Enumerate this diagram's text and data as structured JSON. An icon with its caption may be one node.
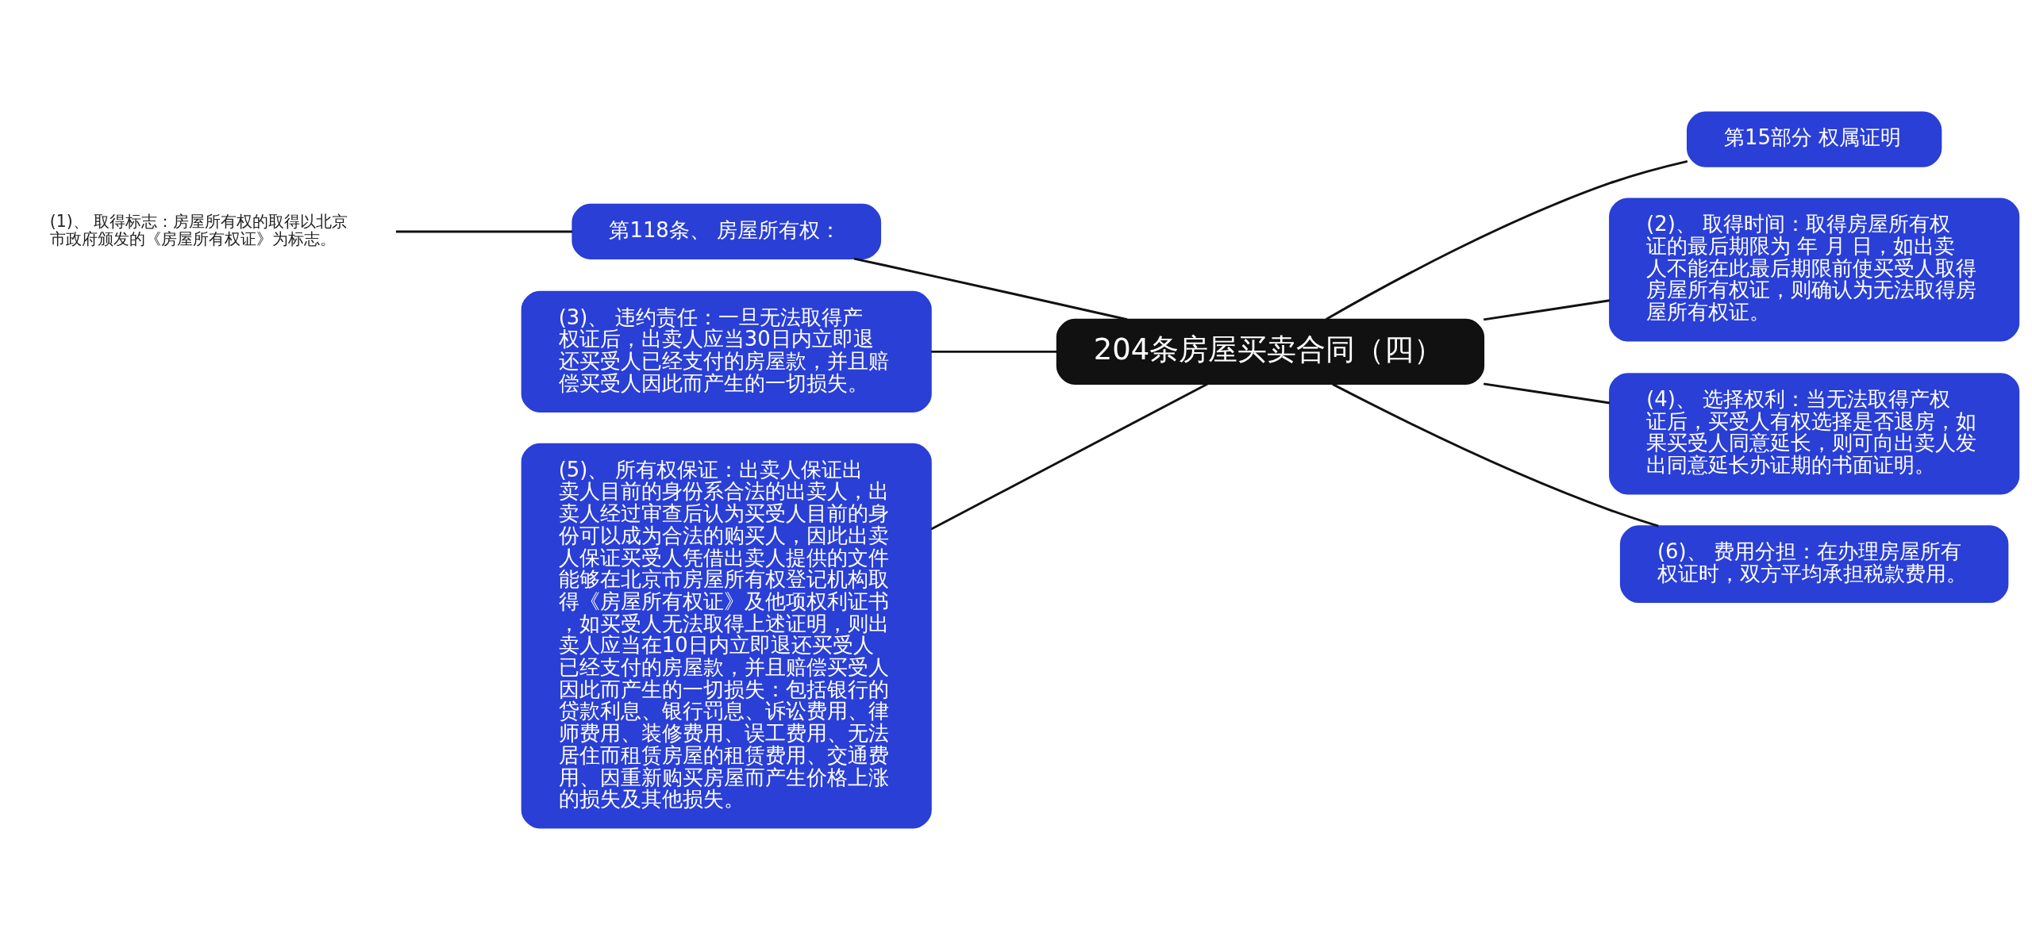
{
  "diagram": {
    "nodes": [
      {
        "text": [
          "204条房屋买卖合同（四）"
        ]
      },
      {
        "text": [
          "第118条、 房屋所有权："
        ]
      },
      {
        "text": [
          "(1)、 取得标志：房屋所有权的取得以北京市政府颁发的《房屋所有权证》为标志。"
        ]
      },
      {
        "text": [
          "(3)、 违约责任：一旦无法取得产权证后，出卖人应当30日内立即退还买受人已经支付的房屋款，并且赔偿买受人因此而产生的一切损失。"
        ]
      },
      {
        "text": [
          "(5)、 所有权保证：出卖人保证出卖人目前的身份系合法的出卖人，出卖人经过审查后认为买受人目前的身份可以成为合法的购买人，因此出卖人保证买受人凭借出卖人提供的文件能够在北京市房屋所有权登记机构取得《房屋所有权证》及他项权利证书，如买受人无法取得上述证明，则出卖人应当在10日内立即退还买受人已经支付的房屋款，并且赔偿买受人因此而产生的一切损失：包括银行的贷款利息、银行罚息、诉讼费用、律师费用、装修费用、误工费用、无法居住而租赁房屋的租赁费用、交通费用、因重新购买房屋而产生价格上涨的损失及其他损失。"
        ]
      },
      {
        "text": [
          "第15部分 权属证明"
        ]
      },
      {
        "text": [
          "(2)、 取得时间：取得房屋所有权证的最后期限为 年 月 日，如出卖人不能在此最后期限前使买受人取得房屋所有权证，则确认为无法取得房屋所有权证。"
        ]
      },
      {
        "text": [
          "(4)、 选择权利：当无法取得产权证后，买受人有权选择是否退房，如果买受人同意延长，则可向出卖人发出同意延长办证期的书面证明。"
        ]
      },
      {
        "text": [
          "(6)、 费用分担：在办理房屋所有权证时，双方平均承担税款费用。"
        ]
      }
    ],
    "edges": [
      {
        "from": 2,
        "to": 1,
        "arrow": "none"
      },
      {
        "from": 1,
        "to": 0,
        "arrow": "none"
      },
      {
        "from": 3,
        "to": 0,
        "arrow": "none"
      },
      {
        "from": 4,
        "to": 0,
        "arrow": "none"
      },
      {
        "from": 0,
        "to": 5,
        "arrow": "none"
      },
      {
        "from": 0,
        "to": 6,
        "arrow": "none"
      },
      {
        "from": 0,
        "to": 7,
        "arrow": "none"
      },
      {
        "from": 0,
        "to": 8,
        "arrow": "none"
      }
    ]
  }
}
